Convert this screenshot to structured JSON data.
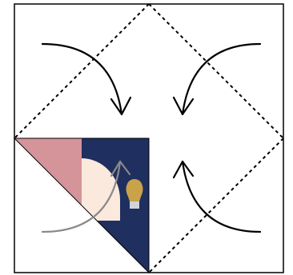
{
  "diagram": {
    "kind": "fold-instruction",
    "colors": {
      "background": "#ffffff",
      "outline": "#000000",
      "fold_line": "#000000",
      "arrow": "#000000",
      "arrow_behind": "#8a8a8a",
      "pink_panel": "#d4949a",
      "navy_panel": "#1f2f5f",
      "cream_shape": "#fbe9de",
      "bulb": "#c9a24a",
      "bulb_base": "#cfd3da"
    },
    "fold_arrows": [
      {
        "name": "arrow-top-left",
        "direction": "fold-toward-center"
      },
      {
        "name": "arrow-top-right",
        "direction": "fold-toward-center"
      },
      {
        "name": "arrow-bottom-right",
        "direction": "fold-toward-center"
      },
      {
        "name": "arrow-bottom-left",
        "direction": "fold-toward-center"
      }
    ],
    "icons": [
      "lightbulb-icon"
    ]
  }
}
